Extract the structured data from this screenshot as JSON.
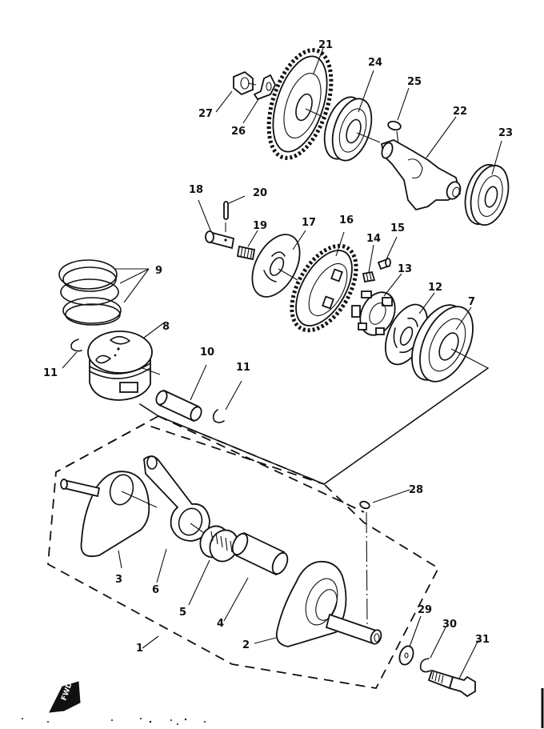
{
  "diagram": {
    "title": "Crankshaft, Piston & Balancer Exploded View",
    "forward_marker": "FWD",
    "parts": [
      {
        "num": "1",
        "name": "crankshaft-assembly"
      },
      {
        "num": "2",
        "name": "crank-right"
      },
      {
        "num": "3",
        "name": "crank-left"
      },
      {
        "num": "4",
        "name": "crank-pin"
      },
      {
        "num": "5",
        "name": "needle-bearing"
      },
      {
        "num": "6",
        "name": "connecting-rod"
      },
      {
        "num": "7",
        "name": "bearing"
      },
      {
        "num": "8",
        "name": "piston"
      },
      {
        "num": "9",
        "name": "piston-ring-set"
      },
      {
        "num": "10",
        "name": "piston-pin"
      },
      {
        "num": "11",
        "name": "piston-pin-clip"
      },
      {
        "num": "12",
        "name": "plate"
      },
      {
        "num": "13",
        "name": "buffer-boss"
      },
      {
        "num": "14",
        "name": "spring"
      },
      {
        "num": "15",
        "name": "pin"
      },
      {
        "num": "16",
        "name": "balancer-drive-gear"
      },
      {
        "num": "17",
        "name": "plate"
      },
      {
        "num": "18",
        "name": "pin"
      },
      {
        "num": "19",
        "name": "spring"
      },
      {
        "num": "20",
        "name": "pin"
      },
      {
        "num": "21",
        "name": "balancer-driven-gear"
      },
      {
        "num": "22",
        "name": "balancer-weight"
      },
      {
        "num": "23",
        "name": "bearing"
      },
      {
        "num": "24",
        "name": "bearing"
      },
      {
        "num": "25",
        "name": "straight-key"
      },
      {
        "num": "26",
        "name": "lock-washer"
      },
      {
        "num": "27",
        "name": "nut"
      },
      {
        "num": "28",
        "name": "straight-key"
      },
      {
        "num": "29",
        "name": "washer"
      },
      {
        "num": "30",
        "name": "spring-washer"
      },
      {
        "num": "31",
        "name": "bolt"
      }
    ],
    "labels": {
      "l1": "1",
      "l2": "2",
      "l3": "3",
      "l4": "4",
      "l5": "5",
      "l6": "6",
      "l7": "7",
      "l8": "8",
      "l9": "9",
      "l10": "10",
      "l11a": "11",
      "l11b": "11",
      "l12": "12",
      "l13": "13",
      "l14": "14",
      "l15": "15",
      "l16": "16",
      "l17": "17",
      "l18": "18",
      "l19": "19",
      "l20": "20",
      "l21": "21",
      "l22": "22",
      "l23": "23",
      "l24": "24",
      "l25": "25",
      "l26": "26",
      "l27": "27",
      "l28": "28",
      "l29": "29",
      "l30": "30",
      "l31": "31"
    }
  }
}
